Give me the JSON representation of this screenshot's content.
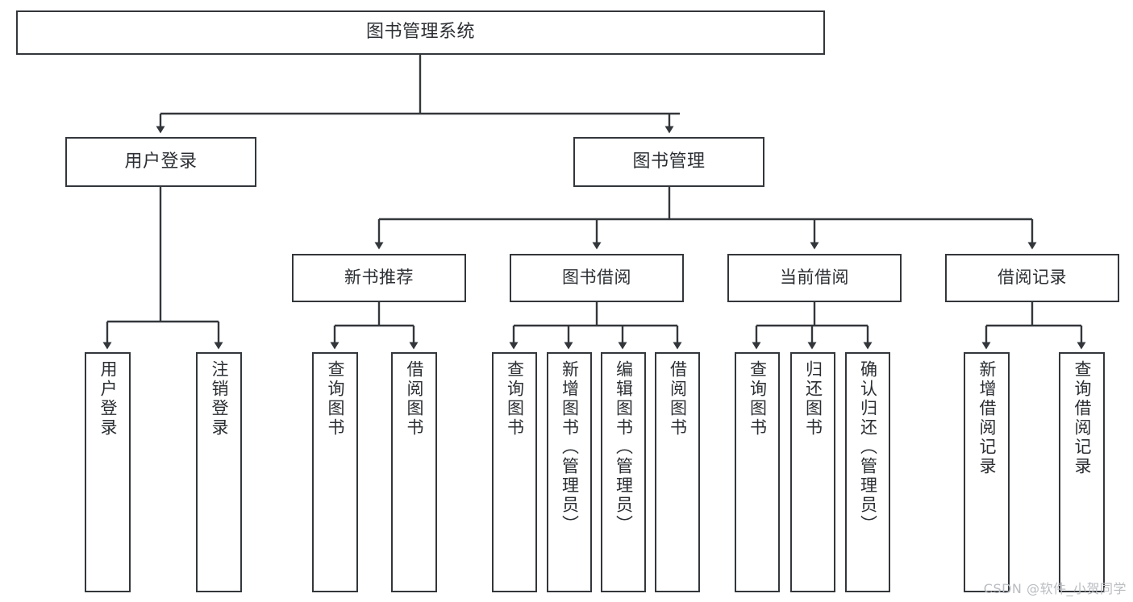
{
  "diagram": {
    "type": "tree",
    "title": "图书管理系统",
    "orientation": "top-down",
    "colors": {
      "node_border": "#33373b",
      "node_fill": "#ffffff",
      "edge": "#33373b",
      "text": "#2b2f33",
      "watermark": "#b9bcc0",
      "background": "#ffffff"
    },
    "nodes": {
      "root": {
        "label": "图书管理系统"
      },
      "level2": [
        {
          "id": "user-login",
          "label": "用户登录"
        },
        {
          "id": "book-manage",
          "label": "图书管理"
        }
      ],
      "level3": [
        {
          "id": "new-book-recommend",
          "label": "新书推荐"
        },
        {
          "id": "book-borrow",
          "label": "图书借阅"
        },
        {
          "id": "current-borrow",
          "label": "当前借阅"
        },
        {
          "id": "borrow-record",
          "label": "借阅记录"
        }
      ],
      "leaves": {
        "user-login": [
          {
            "id": "leaf-user-login",
            "label": "用户登录"
          },
          {
            "id": "leaf-logout",
            "label": "注销登录"
          }
        ],
        "new-book-recommend": [
          {
            "id": "leaf-query-book-1",
            "label": "查询图书"
          },
          {
            "id": "leaf-borrow-book-1",
            "label": "借阅图书"
          }
        ],
        "book-borrow": [
          {
            "id": "leaf-query-book-2",
            "label": "查询图书"
          },
          {
            "id": "leaf-add-book",
            "label": "新增图书（管理员）"
          },
          {
            "id": "leaf-edit-book",
            "label": "编辑图书（管理员）"
          },
          {
            "id": "leaf-borrow-book-2",
            "label": "借阅图书"
          }
        ],
        "current-borrow": [
          {
            "id": "leaf-query-book-3",
            "label": "查询图书"
          },
          {
            "id": "leaf-return-book",
            "label": "归还图书"
          },
          {
            "id": "leaf-confirm-return",
            "label": "确认归还（管理员）"
          }
        ],
        "borrow-record": [
          {
            "id": "leaf-add-record",
            "label": "新增借阅记录"
          },
          {
            "id": "leaf-query-record",
            "label": "查询借阅记录"
          }
        ]
      }
    }
  },
  "watermark": {
    "text": "CSDN @软件_小贺同学"
  }
}
